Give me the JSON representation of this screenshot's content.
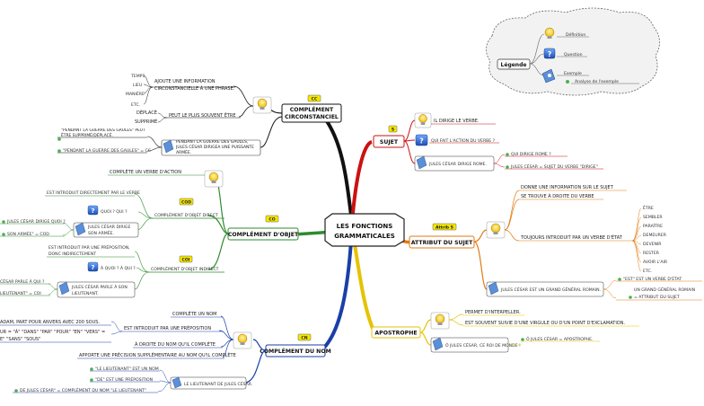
{
  "center": {
    "line1": "LES FONCTIONS",
    "line2": "GRAMMATICALES"
  },
  "legend": {
    "title": "Légende",
    "definition": "Définition",
    "question": "Question",
    "exemple": "Exemple",
    "analyse": "Analyse de l'exemple"
  },
  "cc": {
    "badge": "CC",
    "title1": "COMPLÉMENT",
    "title2": "CIRCONSTANCIEL",
    "def1": "AJOUTE UNE INFORMATION",
    "def2": "CIRCONSTANCIELLE À UNE PHRASE.",
    "types": [
      "TEMPS",
      "LIEU",
      "MANIÈRE",
      "ETC."
    ],
    "prop1": "DÉPLACÉ",
    "prop2": "SUPPRIMÉ",
    "prop_text": "PEUT LE PLUS SOUVENT ÊTRE",
    "example": "PENDANT LA GUERRE DES GAULES, JULES CÉSAR DIRIGEA UNE PUISSANTE ARMÉE.",
    "an1": "\"PENDANT LA GUERRE DES GAULES\" PEUT ÊTRE SUPPRIMÉ/DÉPLACÉ.",
    "an2": "\"PENDANT LA GUERRE DES GAULES\" = CC"
  },
  "co": {
    "badge": "CO",
    "title": "COMPLÉMENT D'OBJET",
    "def": "COMPLÈTE UN VERBE D'ACTION",
    "cod_badge": "COD",
    "cod_title": "COMPLÉMENT D'OBJET DIRECT",
    "cod_def": "EST INTRODUIT DIRECTEMENT PAR LE VERBE",
    "cod_q": "QUOI ? QUI ?",
    "cod_ex1": "JULES CÉSAR DIRIGE",
    "cod_ex2": "SON ARMÉE.",
    "cod_an1": "JULES CÉSAR DIRIGE QUOI ?",
    "cod_an2": "SON ARMÉE\" = COD",
    "coi_badge": "COI",
    "coi_title": "COMPLÉMENT D'OBJET INDIRECT",
    "coi_def1": "EST INTRODUIT PAR UNE PRÉPOSITION,",
    "coi_def2": "DONC INDIRECTEMENT",
    "coi_q": "À QUOI ? À QUI ?",
    "coi_ex1": "JULES CÉSAR PARLE À SON",
    "coi_ex2": "LIEUTENANT.",
    "coi_an1": "CÉSAR PARLE À QUI ?",
    "coi_an2": "LIEUTENANT\" = COI"
  },
  "cn": {
    "badge": "CN",
    "title": "COMPLÉMENT DU NOM",
    "d1": "COMPLÈTE UN NOM",
    "d2": "EST INTRODUIT PAR UNE PRÉPOSITION",
    "d2ex1": "ADAM, PART POUR ANVERS AVEC 200 SOUS.",
    "d2ex2": "UR = \"À\" \"DANS\" \"PAR\" \"POUR\" \"EN\" \"VERS\" =",
    "d2ex3": "E\" \"SANS\" \"SOUS\"",
    "d3": "À DROITE DU NOM QU'IL COMPLÈTE",
    "d4": "APPORTE UNE PRÉCISION SUPPLÉMENTAIRE AU NOM QU'IL COMPLÈTE",
    "ex": "LE LIEUTENANT DE JULES CÉSAR.",
    "an1": "\"LE LIEUTENANT\" EST UN NOM",
    "an2": "\"DE\" EST UNE PRÉPOSITION",
    "an3": "DE JULES CÉSAR\" = COMPLÉMENT DU NOM \"LE LIEUTENANT\""
  },
  "sujet": {
    "badge": "S",
    "title": "SUJET",
    "def": "IL DIRIGE LE VERBE.",
    "q": "QUI FAIT L'ACTION DU VERBE ?",
    "ex": "JULES CÉSAR DIRIGE ROME.",
    "an1": "QUI DIRIGE ROME ?",
    "an2": "JULES CÉSAR = SUJET DU VERBE \"DIRIGE\""
  },
  "attr": {
    "badge": "Attrib S",
    "title": "ATTRIBUT DU SUJET",
    "d1": "DONNE UNE INFORMATION SUR LE SUJET",
    "d2": "SE TROUVE À DROITE DU VERBE",
    "d3": "TOUJOURS INTRODUIT PAR UN VERBE D'ÉTAT",
    "verbs": [
      "ÊTRE",
      "SEMBLER",
      "PARAÎTRE",
      "DEMEURER",
      "DEVENIR",
      "RESTER",
      "AVOIR L'AIR",
      "ETC."
    ],
    "ex": "JULES CÉSAR EST UN GRAND GÉNÉRAL ROMAIN.",
    "an1": "\"EST\" EST UN VERBE D'ÉTAT",
    "an2a": "UN GRAND GÉNÉRAL ROMAIN",
    "an2b": "= ATTRIBUT DU SUJET"
  },
  "apos": {
    "title": "APOSTROPHE",
    "d1": "PERMET D'INTERPELLER.",
    "d2": "EST SOUVENT SUIVIE D'UNE VIRGULE OU D'UN POINT D'EXCLAMATION.",
    "ex": "Ô JULES CÉSAR, CE ROI DE MONDE !",
    "an": "Ô JULES CÉSAR = APOSTROPHE."
  },
  "colors": {
    "cc": "#111111",
    "co": "#2e8b2e",
    "cn": "#1a3fa8",
    "sujet": "#cc1111",
    "attr": "#e07a10",
    "apos": "#e6c200"
  }
}
